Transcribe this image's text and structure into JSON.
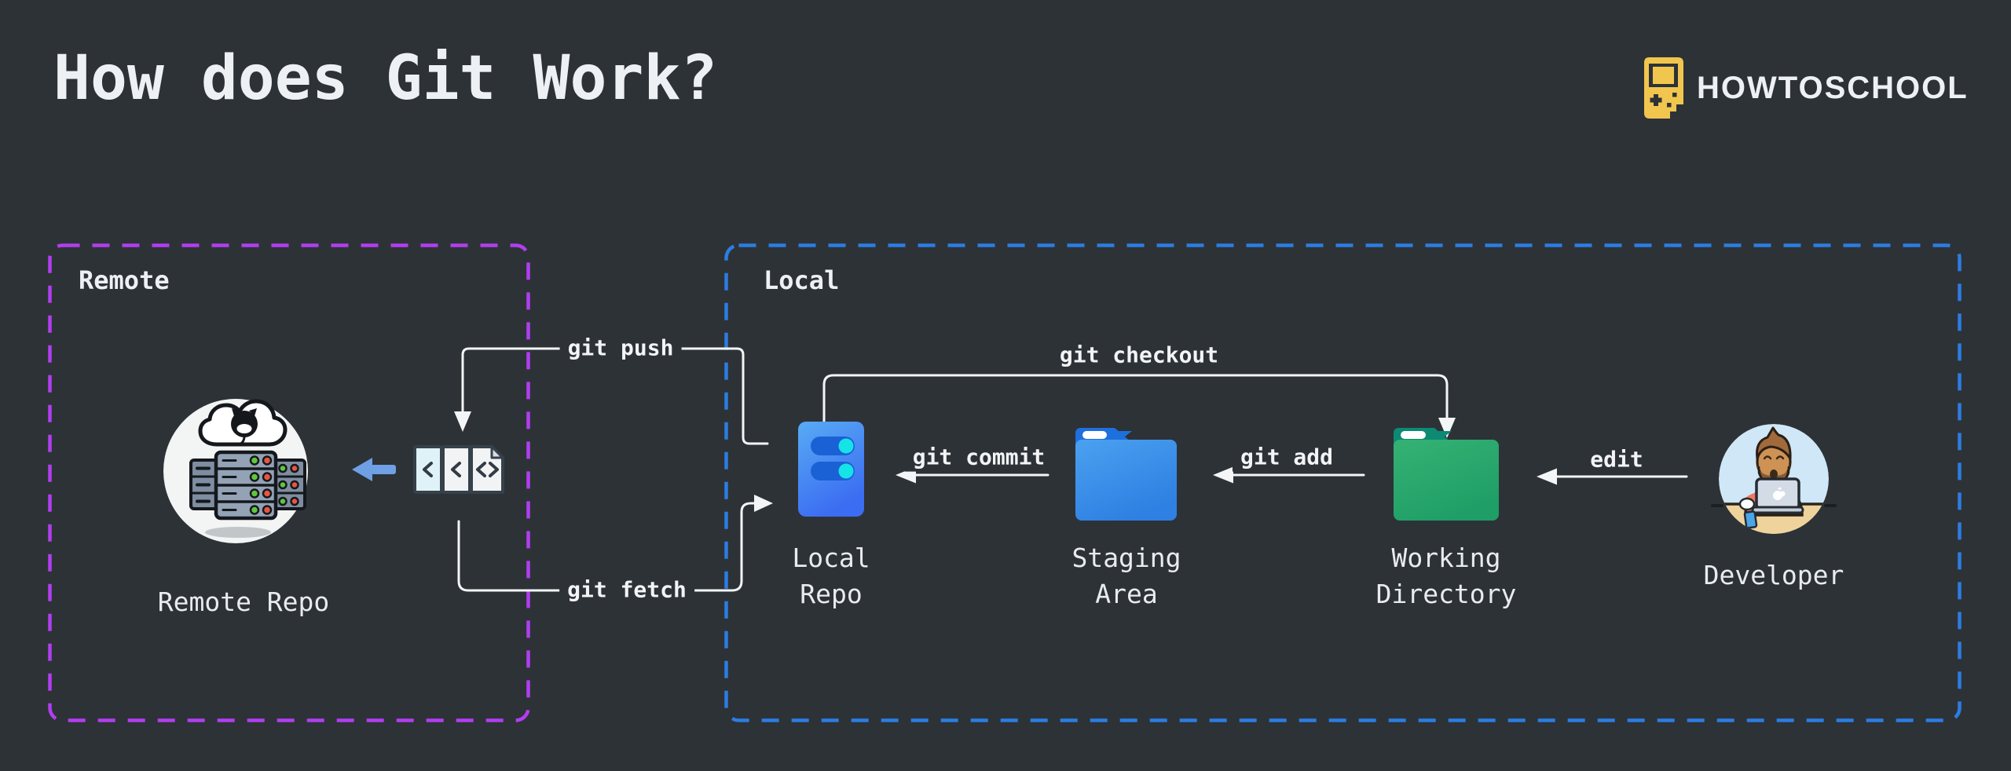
{
  "title": "How does Git Work?",
  "logo": {
    "text": "HOWTOSCHOOL",
    "icon": "gameboy-icon",
    "icon_color": "#f1c64e"
  },
  "groups": {
    "remote": {
      "label": "Remote",
      "border_color": "#b23ef0"
    },
    "local": {
      "label": "Local",
      "border_color": "#2b7de2"
    }
  },
  "nodes": {
    "remote_repo": {
      "label": "Remote Repo",
      "icon": "github-cloud-servers-icon"
    },
    "sync_files": {
      "icon": "code-files-icon"
    },
    "local_repo": {
      "label": "Local Repo",
      "icon": "server-icon",
      "accent": "#3f82f2"
    },
    "staging_area": {
      "label": "Staging Area",
      "icon": "blue-folder-icon",
      "accent": "#2f84e6"
    },
    "working_directory": {
      "label": "Working Directory",
      "icon": "green-folder-icon",
      "accent": "#22a268"
    },
    "developer": {
      "label": "Developer",
      "icon": "developer-avatar"
    }
  },
  "edges": {
    "push": {
      "label": "git push",
      "from": "Local Repo",
      "to": "Remote Repo"
    },
    "fetch": {
      "label": "git fetch",
      "from": "Remote Repo",
      "to": "Local Repo"
    },
    "checkout": {
      "label": "git checkout",
      "from": "Local Repo",
      "to": "Working Directory"
    },
    "commit": {
      "label": "git commit",
      "from": "Staging Area",
      "to": "Local Repo"
    },
    "add": {
      "label": "git add",
      "from": "Working Directory",
      "to": "Staging Area"
    },
    "edit": {
      "label": "edit",
      "from": "Developer",
      "to": "Working Directory"
    }
  },
  "colors": {
    "background": "#2d3237",
    "line": "#f3f5f6",
    "text": "#e9ecef",
    "sync_arrow": "#6f9fe4",
    "knob_cyan": "#15e3e6",
    "logo_yellow": "#f1c64e"
  }
}
